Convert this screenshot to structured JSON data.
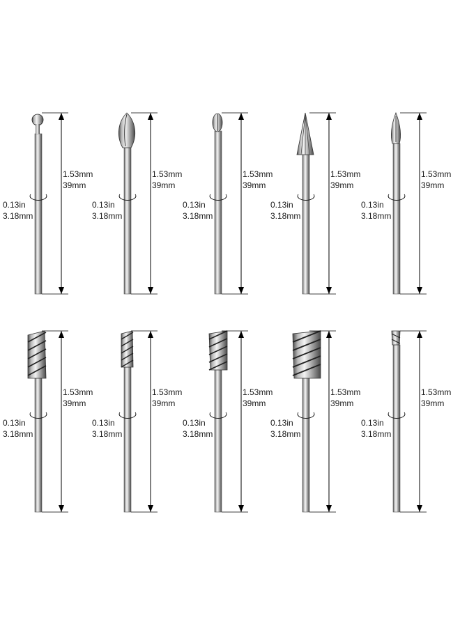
{
  "colors": {
    "background": "#ffffff",
    "steel_light": "#f4f4f4",
    "steel_mid": "#b9b9b9",
    "steel_dark": "#4a4a4a",
    "line": "#000000",
    "text": "#1a1a1a"
  },
  "bits": [
    {
      "head": "ball-burr",
      "length_label_1": "1.53mm",
      "length_label_2": "39mm",
      "diameter_label_1": "0.13in",
      "diameter_label_2": "3.18mm"
    },
    {
      "head": "flame-burr",
      "length_label_1": "1.53mm",
      "length_label_2": "39mm",
      "diameter_label_1": "0.13in",
      "diameter_label_2": "3.18mm"
    },
    {
      "head": "small-oval-burr",
      "length_label_1": "1.53mm",
      "length_label_2": "39mm",
      "diameter_label_1": "0.13in",
      "diameter_label_2": "3.18mm"
    },
    {
      "head": "cone-burr",
      "length_label_1": "1.53mm",
      "length_label_2": "39mm",
      "diameter_label_1": "0.13in",
      "diameter_label_2": "3.18mm"
    },
    {
      "head": "pointed-flame-burr",
      "length_label_1": "1.53mm",
      "length_label_2": "39mm",
      "diameter_label_1": "0.13in",
      "diameter_label_2": "3.18mm"
    },
    {
      "head": "spiral-cylinder-burr",
      "length_label_1": "1.53mm",
      "length_label_2": "39mm",
      "diameter_label_1": "0.13in",
      "diameter_label_2": "3.18mm"
    },
    {
      "head": "narrow-spiral-burr",
      "length_label_1": "1.53mm",
      "length_label_2": "39mm",
      "diameter_label_1": "0.13in",
      "diameter_label_2": "3.18mm"
    },
    {
      "head": "medium-spiral-burr",
      "length_label_1": "1.53mm",
      "length_label_2": "39mm",
      "diameter_label_1": "0.13in",
      "diameter_label_2": "3.18mm"
    },
    {
      "head": "wide-spiral-burr",
      "length_label_1": "1.53mm",
      "length_label_2": "39mm",
      "diameter_label_1": "0.13in",
      "diameter_label_2": "3.18mm"
    },
    {
      "head": "small-tip-burr",
      "length_label_1": "1.53mm",
      "length_label_2": "39mm",
      "diameter_label_1": "0.13in",
      "diameter_label_2": "3.18mm"
    }
  ]
}
